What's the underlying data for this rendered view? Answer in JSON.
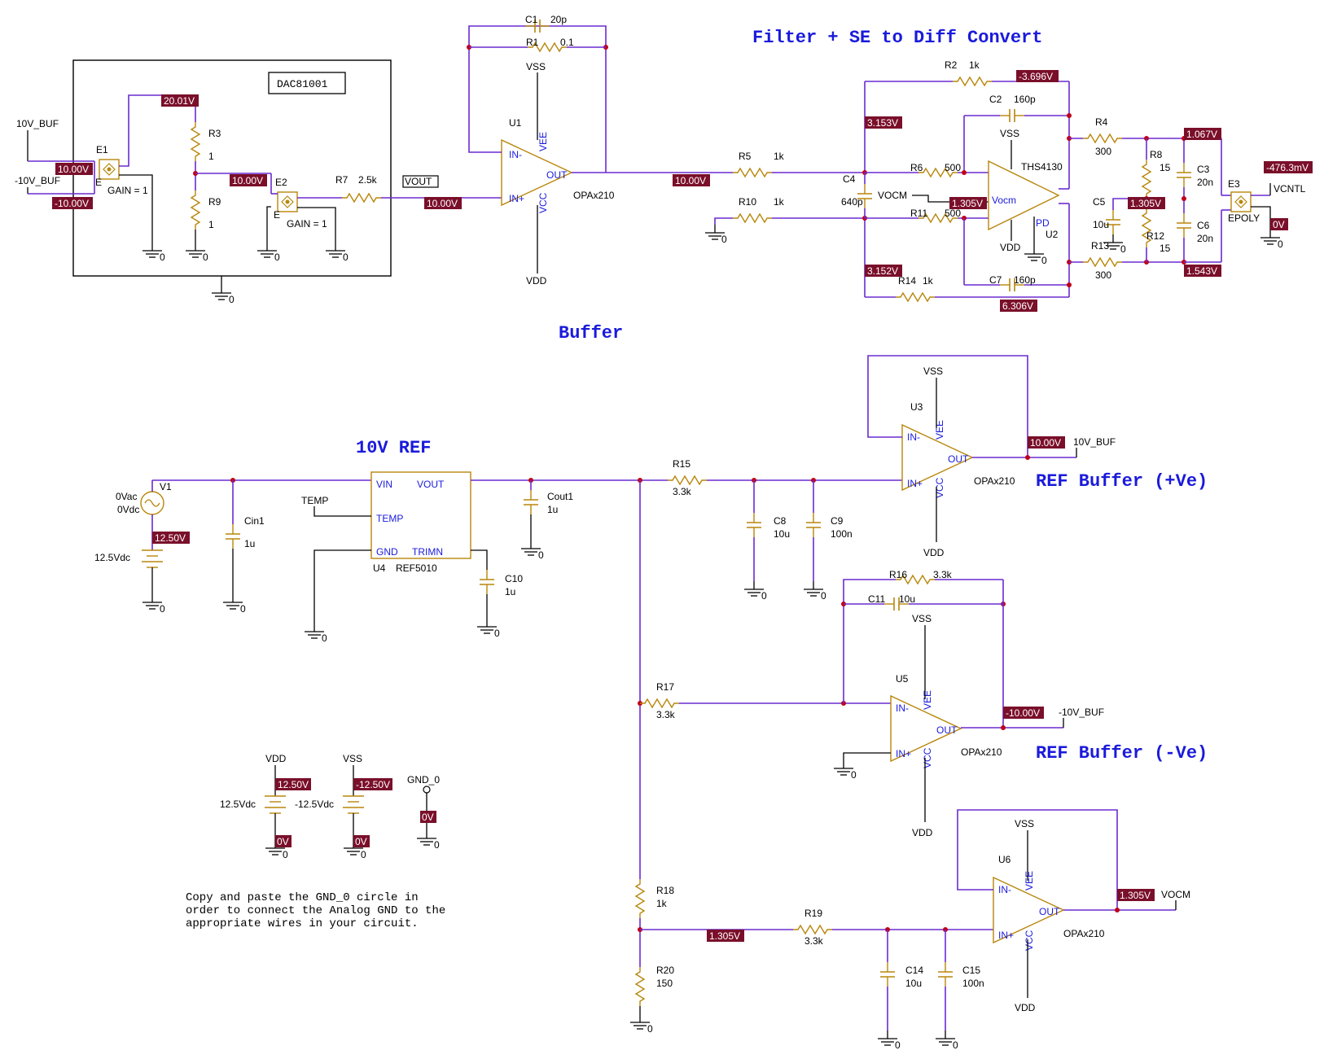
{
  "titles": {
    "filter": "Filter + SE to Diff Convert",
    "buffer": "Buffer",
    "ref10v": "10V REF",
    "refbuf_pos": "REF Buffer (+Ve)",
    "refbuf_neg": "REF Buffer (-Ve)"
  },
  "note": [
    "Copy and paste the GND_0 circle in",
    "order to connect the Analog GND to the",
    "appropriate wires in your circuit."
  ],
  "dac_block": {
    "name": "DAC81001",
    "e1": "E1",
    "e2": "E2",
    "gain1": "GAIN = 1",
    "gain2": "GAIN = 1",
    "r3": "R3",
    "r3v": "1",
    "r9": "R9",
    "r9v": "1",
    "r7": "R7",
    "r7v": "2.5k",
    "vout_box": "VOUT",
    "net_10v_buf": "10V_BUF",
    "net_neg10v_buf": "-10V_BUF"
  },
  "buffer_stage": {
    "c1": "C1",
    "c1v": "20p",
    "r1": "R1",
    "r1v": "0.1",
    "u1": "U1",
    "model": "OPAx210",
    "vss": "VSS",
    "vdd": "VDD"
  },
  "filter_stage": {
    "r2": "R2",
    "r2v": "1k",
    "c2": "C2",
    "c2v": "160p",
    "r4": "R4",
    "r4v": "300",
    "r5": "R5",
    "r5v": "1k",
    "r6": "R6",
    "r6v": "500",
    "c4": "C4",
    "c4v": "640p",
    "r10": "R10",
    "r10v": "1k",
    "r11": "R11",
    "r11v": "500",
    "vocm": "VOCM",
    "u2": "U2",
    "ths": "THS4130",
    "r8": "R8",
    "r8v": "15",
    "r12": "R12",
    "r12v": "15",
    "c3": "C3",
    "c3v": "20n",
    "c5": "C5",
    "c5v": "10u",
    "c6": "C6",
    "c6v": "20n",
    "r13": "R13",
    "r13v": "300",
    "r14": "R14",
    "r14v": "1k",
    "c7": "C7",
    "c7v": "160p",
    "e3": "E3",
    "epoly": "EPOLY",
    "vcntl": "VCNTL",
    "vss": "VSS",
    "vdd": "VDD"
  },
  "ref_stage": {
    "v1": "V1",
    "v1a": "0Vac",
    "v1b": "0Vdc",
    "v1dc": "12.5Vdc",
    "cin1": "Cin1",
    "cin1v": "1u",
    "u4": "U4",
    "ref": "REF5010",
    "pin_vin": "VIN",
    "pin_vout": "VOUT",
    "pin_temp": "TEMP",
    "pin_gnd": "GND",
    "pin_trimn": "TRIMN",
    "temp_net": "TEMP",
    "cout1": "Cout1",
    "cout1v": "1u",
    "c10": "C10",
    "c10v": "1u"
  },
  "refbuf": {
    "r15": "R15",
    "r15v": "3.3k",
    "c8": "C8",
    "c8v": "10u",
    "c9": "C9",
    "c9v": "100n",
    "u3": "U3",
    "model": "OPAx210",
    "net_pos": "10V_BUF",
    "r16": "R16",
    "r16v": "3.3k",
    "c11": "C11",
    "c11v": "10u",
    "r17": "R17",
    "r17v": "3.3k",
    "u5": "U5",
    "net_neg": "-10V_BUF",
    "r18": "R18",
    "r18v": "1k",
    "r20": "R20",
    "r20v": "150",
    "r19": "R19",
    "r19v": "3.3k",
    "c14": "C14",
    "c14v": "10u",
    "c15": "C15",
    "c15v": "100n",
    "u6": "U6",
    "vocm": "VOCM",
    "vss": "VSS",
    "vdd": "VDD"
  },
  "supplies": {
    "vdd": "VDD",
    "vss": "VSS",
    "vdd_dc": "12.5Vdc",
    "vss_dc": "-12.5Vdc",
    "gnd0": "GND_0"
  },
  "opamp_pins": {
    "inm": "IN-",
    "inp": "IN+",
    "out": "OUT",
    "vee": "VEE",
    "vcc": "VCC"
  },
  "ths_pins": {
    "vocm": "Vocm",
    "pd": "PD"
  },
  "ground": "0",
  "voltages": {
    "v20_01": "20.01V",
    "v10_00": "10.00V",
    "vm10_00": "-10.00V",
    "vm3_696": "-3.696V",
    "v3_153": "3.153V",
    "v1_067": "1.067V",
    "vm476": "-476.3mV",
    "v1_305": "1.305V",
    "v0": "0V",
    "v3_152": "3.152V",
    "v6_306": "6.306V",
    "v1_543": "1.543V",
    "v12_50": "12.50V",
    "vm12_50": "-12.50V"
  },
  "colors": {
    "wire": "#6a2bd0",
    "component": "#b8860b",
    "node": "#c00018",
    "title": "#1a1adc",
    "probe": "#7a0f2a"
  }
}
